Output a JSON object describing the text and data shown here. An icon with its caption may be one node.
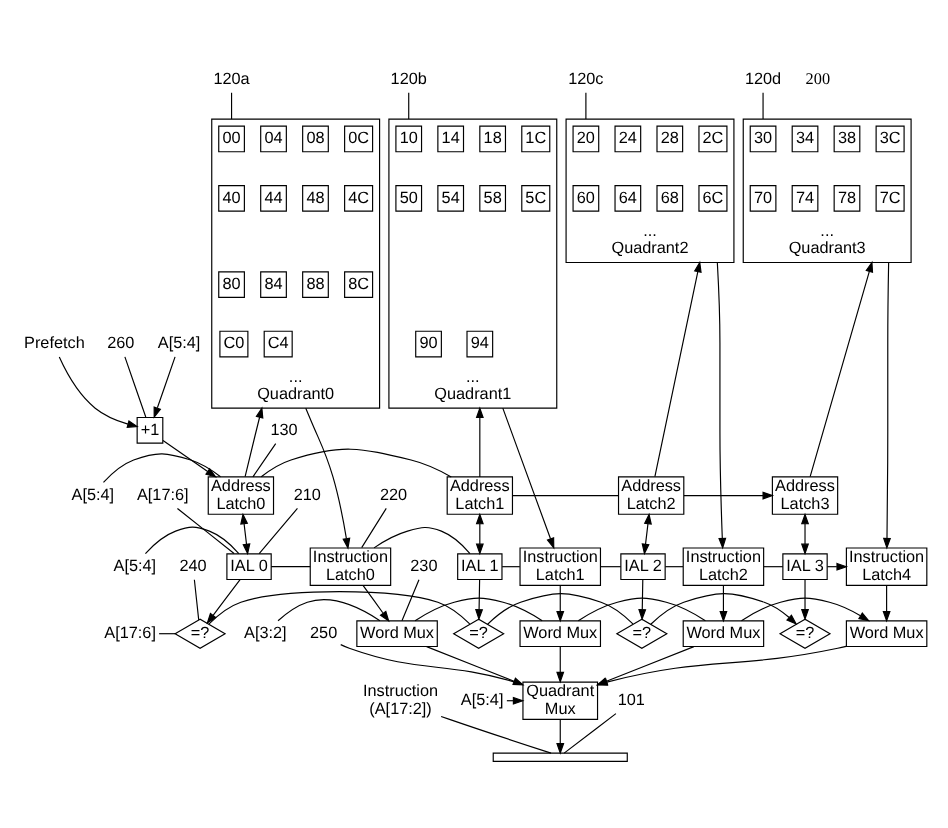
{
  "diagram": {
    "nodes": [
      {
        "text": [
          "120a"
        ]
      },
      {
        "text": [
          "120b"
        ]
      },
      {
        "text": [
          "120c"
        ]
      },
      {
        "text": [
          "120d"
        ]
      },
      {
        "text": [
          "...",
          "Quadrant0"
        ]
      },
      {
        "text": [
          "00"
        ],
        "in": 4
      },
      {
        "text": [
          "04"
        ],
        "in": 4
      },
      {
        "text": [
          "08"
        ],
        "in": 4
      },
      {
        "text": [
          "0C"
        ],
        "in": 4
      },
      {
        "text": [
          "40"
        ],
        "in": 4
      },
      {
        "text": [
          "44"
        ],
        "in": 4
      },
      {
        "text": [
          "48"
        ],
        "in": 4
      },
      {
        "text": [
          "4C"
        ],
        "in": 4
      },
      {
        "text": [
          "80"
        ],
        "in": 4
      },
      {
        "text": [
          "84"
        ],
        "in": 4
      },
      {
        "text": [
          "88"
        ],
        "in": 4
      },
      {
        "text": [
          "8C"
        ],
        "in": 4
      },
      {
        "text": [
          "C0"
        ],
        "in": 4
      },
      {
        "text": [
          "C4"
        ],
        "in": 4
      },
      {
        "text": [
          "...",
          "Quadrant1"
        ]
      },
      {
        "text": [
          "10"
        ],
        "in": 19
      },
      {
        "text": [
          "14"
        ],
        "in": 19
      },
      {
        "text": [
          "18"
        ],
        "in": 19
      },
      {
        "text": [
          "1C"
        ],
        "in": 19
      },
      {
        "text": [
          "50"
        ],
        "in": 19
      },
      {
        "text": [
          "54"
        ],
        "in": 19
      },
      {
        "text": [
          "58"
        ],
        "in": 19
      },
      {
        "text": [
          "5C"
        ],
        "in": 19
      },
      {
        "text": [
          "90"
        ],
        "in": 19
      },
      {
        "text": [
          "94"
        ],
        "in": 19
      },
      {
        "text": [
          "...",
          "Quadrant2"
        ]
      },
      {
        "text": [
          "20"
        ],
        "in": 30
      },
      {
        "text": [
          "24"
        ],
        "in": 30
      },
      {
        "text": [
          "28"
        ],
        "in": 30
      },
      {
        "text": [
          "2C"
        ],
        "in": 30
      },
      {
        "text": [
          "60"
        ],
        "in": 30
      },
      {
        "text": [
          "64"
        ],
        "in": 30
      },
      {
        "text": [
          "68"
        ],
        "in": 30
      },
      {
        "text": [
          "6C"
        ],
        "in": 30
      },
      {
        "text": [
          "...",
          "Quadrant3"
        ]
      },
      {
        "text": [
          "30"
        ],
        "in": 39
      },
      {
        "text": [
          "34"
        ],
        "in": 39
      },
      {
        "text": [
          "38"
        ],
        "in": 39
      },
      {
        "text": [
          "3C"
        ],
        "in": 39
      },
      {
        "text": [
          "70"
        ],
        "in": 39
      },
      {
        "text": [
          "74"
        ],
        "in": 39
      },
      {
        "text": [
          "78"
        ],
        "in": 39
      },
      {
        "text": [
          "7C"
        ],
        "in": 39
      },
      {
        "text": [
          "Prefetch"
        ]
      },
      {
        "text": [
          "260"
        ]
      },
      {
        "text": [
          "A[5:4]"
        ]
      },
      {
        "text": [
          "+1"
        ]
      },
      {
        "text": [
          "130"
        ]
      },
      {
        "text": [
          "A[5:4]"
        ]
      },
      {
        "text": [
          "Address Latch0"
        ]
      },
      {
        "text": [
          "Address Latch1"
        ]
      },
      {
        "text": [
          "Address Latch2"
        ]
      },
      {
        "text": [
          "Address Latch3"
        ]
      },
      {
        "text": [
          "220"
        ]
      },
      {
        "text": [
          "A[17:6]"
        ]
      },
      {
        "text": [
          "210"
        ]
      },
      {
        "text": [
          "A[5:4]"
        ]
      },
      {
        "text": [
          "IAL 0"
        ]
      },
      {
        "text": [
          "Instruction Latch0"
        ]
      },
      {
        "text": [
          "IAL 1"
        ]
      },
      {
        "text": [
          "Instruction Latch1"
        ]
      },
      {
        "text": [
          "IAL 2"
        ]
      },
      {
        "text": [
          "Instruction Latch2"
        ]
      },
      {
        "text": [
          "IAL 3"
        ]
      },
      {
        "text": [
          "Instruction Latch4"
        ]
      },
      {
        "text": [
          "230"
        ]
      },
      {
        "text": [
          "A[3:2]"
        ]
      },
      {
        "text": [
          "Word Mux"
        ]
      },
      {
        "text": [
          "Word Mux"
        ]
      },
      {
        "text": [
          "Word Mux"
        ]
      },
      {
        "text": [
          "Word Mux"
        ]
      },
      {
        "text": [
          "A[17:6]"
        ]
      },
      {
        "text": [
          "=?"
        ]
      },
      {
        "text": [
          "=?"
        ]
      },
      {
        "text": [
          "=?"
        ]
      },
      {
        "text": [
          "=?"
        ]
      },
      {
        "text": [
          "A[5:4]"
        ]
      },
      {
        "text": [
          "Quadrant Mux"
        ]
      },
      {
        "text": [
          "240"
        ]
      },
      {
        "text": [
          "250"
        ]
      },
      {
        "text": [
          "101"
        ]
      },
      {
        "text": [
          "Instruction (A[17:2])"
        ]
      },
      {
        "text": [],
        "shape": "bar"
      }
    ],
    "edges": [
      {
        "from": 0,
        "to": 4,
        "arrow": "none"
      },
      {
        "from": 1,
        "to": 19,
        "arrow": "none"
      },
      {
        "from": 2,
        "to": 30,
        "arrow": "none"
      },
      {
        "from": 3,
        "to": 39,
        "arrow": "none"
      },
      {
        "from": 48,
        "to": 51,
        "arrow": "to"
      },
      {
        "from": 49,
        "to": 51,
        "arrow": "none"
      },
      {
        "from": 50,
        "to": 51,
        "arrow": "to"
      },
      {
        "from": 51,
        "to": 54,
        "arrow": "to"
      },
      {
        "from": 52,
        "to": 54,
        "arrow": "none"
      },
      {
        "from": 53,
        "to": 54,
        "arrow": "none"
      },
      {
        "from": 54,
        "to": 4,
        "arrow": "to"
      },
      {
        "from": 55,
        "to": 19,
        "arrow": "to"
      },
      {
        "from": 56,
        "to": 30,
        "arrow": "to"
      },
      {
        "from": 57,
        "to": 39,
        "arrow": "to"
      },
      {
        "from": 54,
        "to": 55,
        "arrow": "none"
      },
      {
        "from": 55,
        "to": 56,
        "arrow": "none"
      },
      {
        "from": 56,
        "to": 57,
        "arrow": "to"
      },
      {
        "from": 4,
        "to": 63,
        "arrow": "to"
      },
      {
        "from": 19,
        "to": 65,
        "arrow": "to"
      },
      {
        "from": 30,
        "to": 67,
        "arrow": "to"
      },
      {
        "from": 39,
        "to": 69,
        "arrow": "to"
      },
      {
        "from": 54,
        "to": 62,
        "arrow": "both"
      },
      {
        "from": 55,
        "to": 64,
        "arrow": "both"
      },
      {
        "from": 56,
        "to": 66,
        "arrow": "both"
      },
      {
        "from": 57,
        "to": 68,
        "arrow": "both"
      },
      {
        "from": 58,
        "to": 63,
        "arrow": "none"
      },
      {
        "from": 59,
        "to": 62,
        "arrow": "none"
      },
      {
        "from": 60,
        "to": 62,
        "arrow": "none"
      },
      {
        "from": 61,
        "to": 62,
        "arrow": "none"
      },
      {
        "from": 62,
        "to": 63,
        "arrow": "none"
      },
      {
        "from": 63,
        "to": 64,
        "arrow": "none"
      },
      {
        "from": 64,
        "to": 65,
        "arrow": "none"
      },
      {
        "from": 65,
        "to": 66,
        "arrow": "none"
      },
      {
        "from": 66,
        "to": 67,
        "arrow": "none"
      },
      {
        "from": 67,
        "to": 68,
        "arrow": "none"
      },
      {
        "from": 68,
        "to": 69,
        "arrow": "to"
      },
      {
        "from": 63,
        "to": 72,
        "arrow": "to"
      },
      {
        "from": 65,
        "to": 73,
        "arrow": "to"
      },
      {
        "from": 67,
        "to": 74,
        "arrow": "to"
      },
      {
        "from": 69,
        "to": 75,
        "arrow": "to"
      },
      {
        "from": 70,
        "to": 72,
        "arrow": "none"
      },
      {
        "from": 71,
        "to": 72,
        "arrow": "none"
      },
      {
        "from": 72,
        "to": 73,
        "arrow": "none"
      },
      {
        "from": 73,
        "to": 74,
        "arrow": "none"
      },
      {
        "from": 74,
        "to": 75,
        "arrow": "to"
      },
      {
        "from": 62,
        "to": 77,
        "arrow": "to"
      },
      {
        "from": 64,
        "to": 78,
        "arrow": "to"
      },
      {
        "from": 66,
        "to": 79,
        "arrow": "to"
      },
      {
        "from": 68,
        "to": 80,
        "arrow": "to"
      },
      {
        "from": 76,
        "to": 77,
        "arrow": "none"
      },
      {
        "from": 77,
        "to": 78,
        "arrow": "none"
      },
      {
        "from": 78,
        "to": 79,
        "arrow": "none"
      },
      {
        "from": 79,
        "to": 80,
        "arrow": "to"
      },
      {
        "from": 72,
        "to": 82,
        "arrow": "to"
      },
      {
        "from": 73,
        "to": 82,
        "arrow": "to"
      },
      {
        "from": 74,
        "to": 82,
        "arrow": "to"
      },
      {
        "from": 75,
        "to": 82,
        "arrow": "to"
      },
      {
        "from": 81,
        "to": 82,
        "arrow": "to"
      },
      {
        "from": 83,
        "to": 77,
        "arrow": "none"
      },
      {
        "from": 84,
        "to": 82,
        "arrow": "none"
      },
      {
        "from": 82,
        "to": 87,
        "arrow": "to"
      },
      {
        "from": 85,
        "to": 87,
        "arrow": "none"
      },
      {
        "from": 86,
        "to": 87,
        "arrow": "none"
      }
    ],
    "labels": [
      "200"
    ]
  }
}
